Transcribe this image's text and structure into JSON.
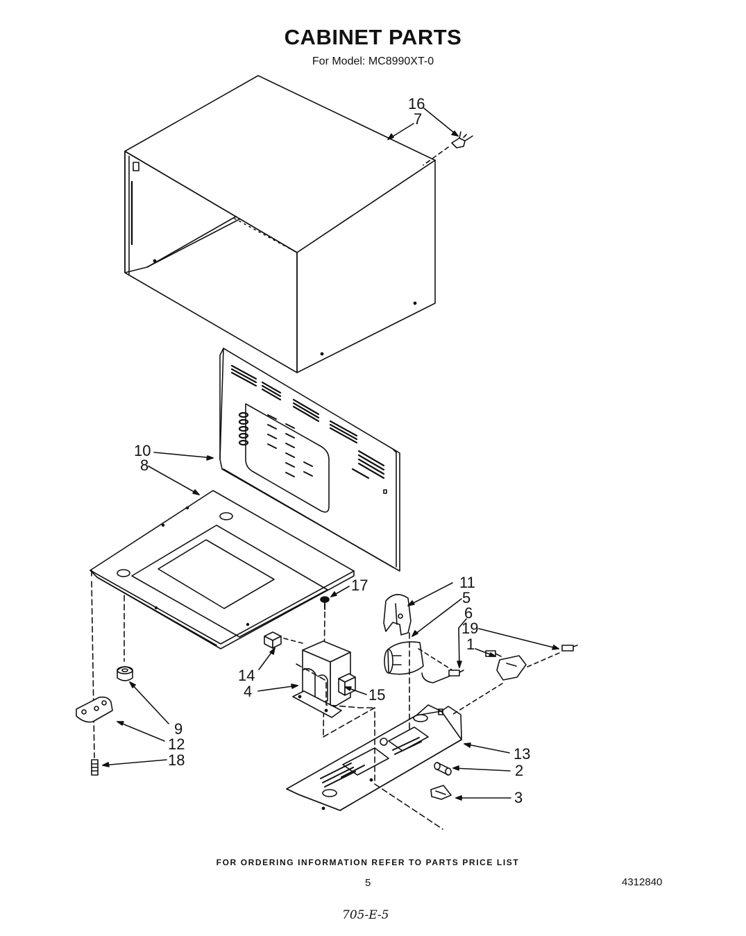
{
  "header": {
    "title": "CABINET PARTS",
    "subtitle": "For Model: MC8990XT-0"
  },
  "callouts": {
    "c16": "16",
    "c7": "7",
    "c10": "10",
    "c8": "8",
    "c17": "17",
    "c11": "11",
    "c5": "5",
    "c6": "6",
    "c19": "19",
    "c1": "1",
    "c14": "14",
    "c4": "4",
    "c15": "15",
    "c9": "9",
    "c12": "12",
    "c18": "18",
    "c13": "13",
    "c2": "2",
    "c3": "3"
  },
  "footer": {
    "note": "FOR ORDERING INFORMATION REFER TO PARTS PRICE LIST",
    "page_number": "5",
    "doc_number": "4312840",
    "handwritten": "705-E-5"
  }
}
